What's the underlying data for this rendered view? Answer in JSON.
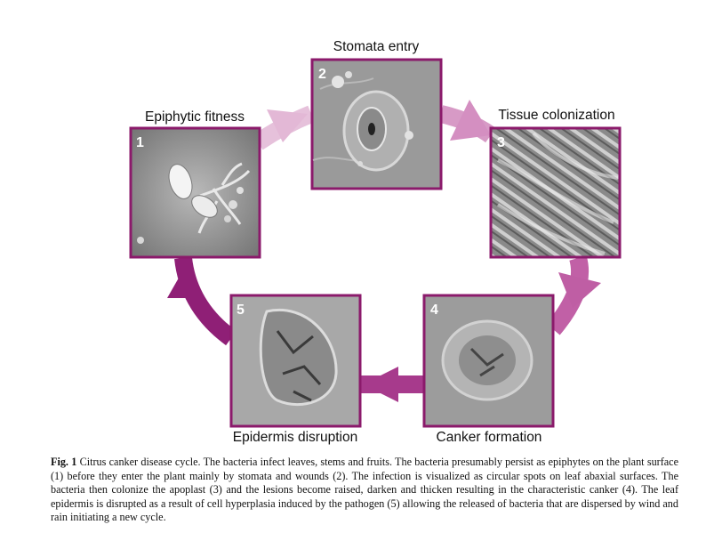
{
  "colors": {
    "frame": "#8b1a6b",
    "arrow_dark": "#8e1e74",
    "arrow_mid": "#c361a8",
    "arrow_light": "#e3b3d5"
  },
  "stages": [
    {
      "number": "1",
      "label": "Epiphytic fitness"
    },
    {
      "number": "2",
      "label": "Stomata entry"
    },
    {
      "number": "3",
      "label": "Tissue colonization"
    },
    {
      "number": "4",
      "label": "Canker formation"
    },
    {
      "number": "5",
      "label": "Epidermis disruption"
    }
  ],
  "caption": {
    "fig_label": "Fig. 1",
    "text": "Citrus canker disease cycle. The bacteria infect leaves, stems and fruits. The bacteria presumably persist as epiphytes on the plant surface (1) before they enter the plant mainly by stomata and wounds (2). The infection is visualized as circular spots on leaf abaxial surfaces. The bacteria then colonize the apoplast (3) and the lesions become raised, darken and thicken resulting in the characteristic canker (4). The leaf epidermis is disrupted as a result of cell hyperplasia induced by the pathogen (5) allowing the released of bacteria that are dispersed by wind and rain initiating a new cycle."
  }
}
